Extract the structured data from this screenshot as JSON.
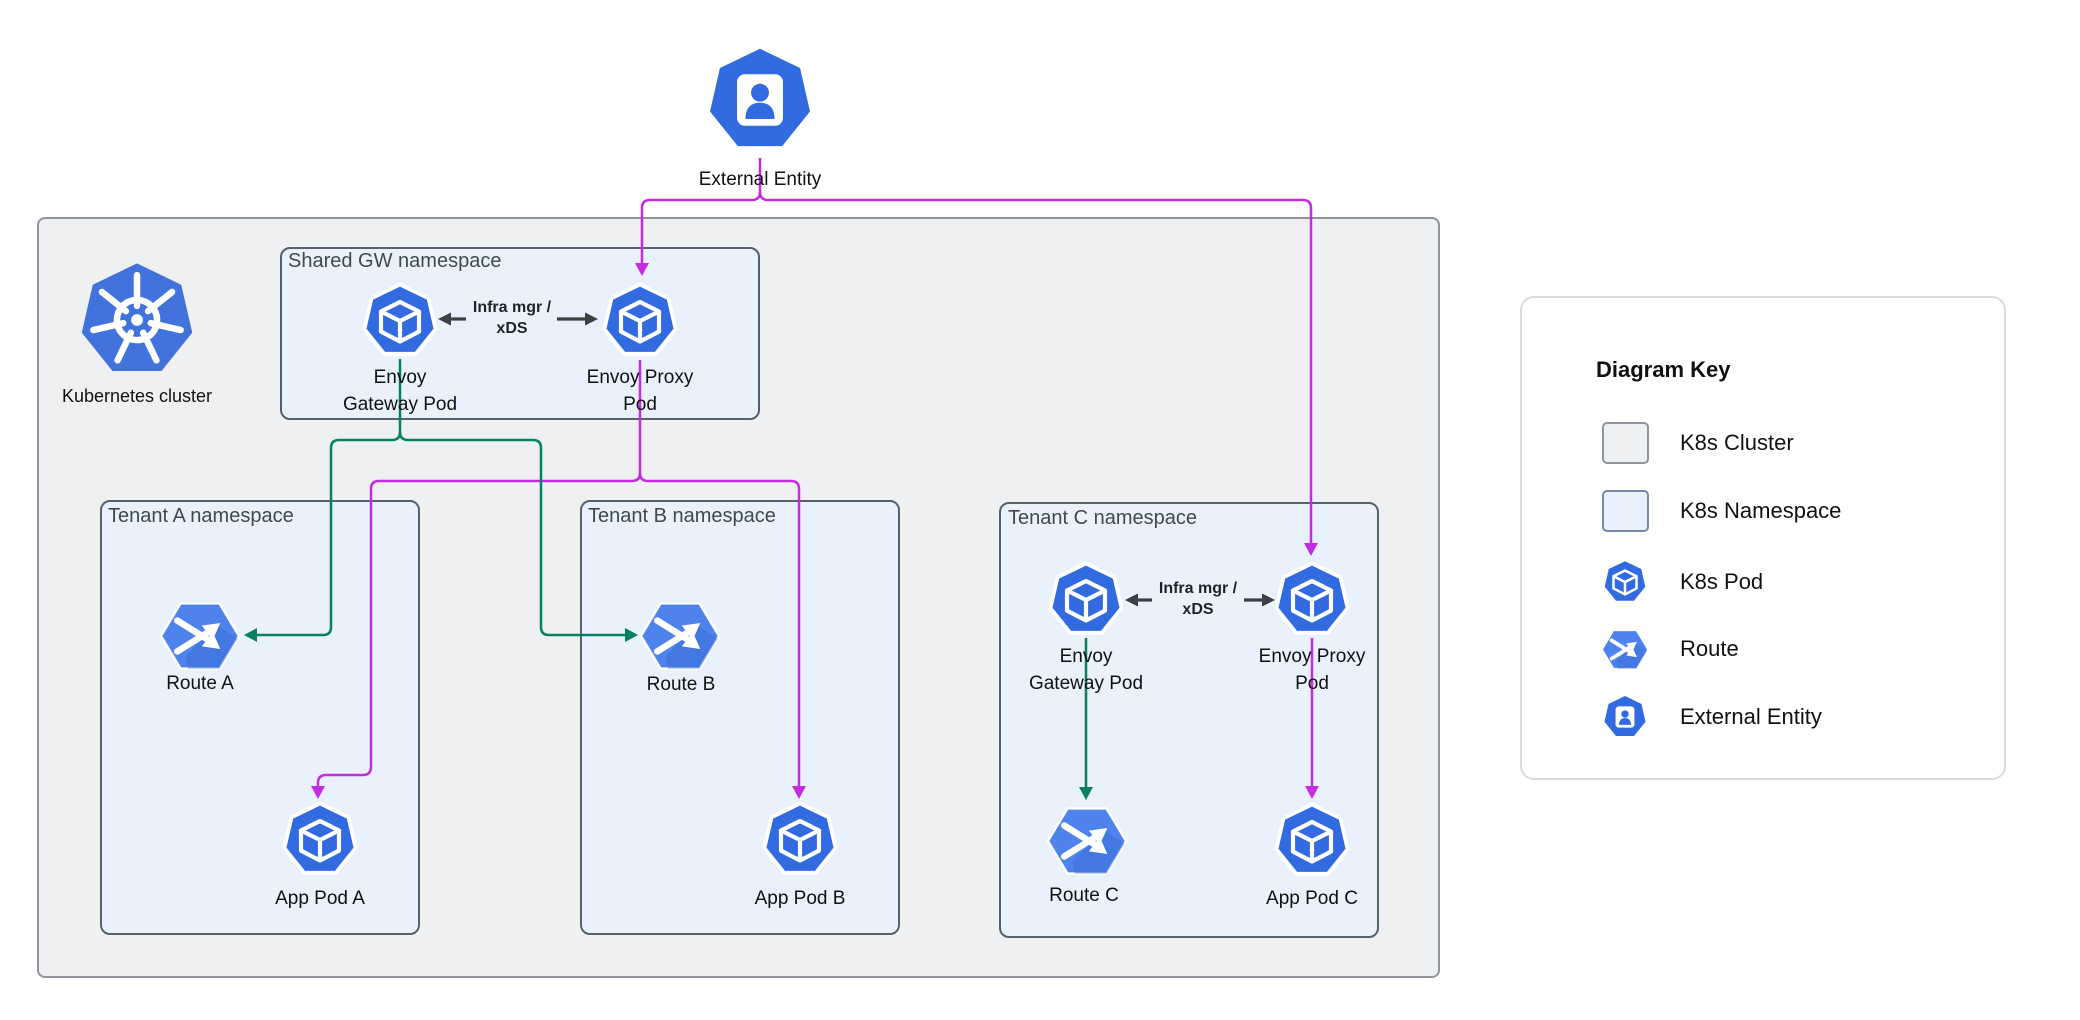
{
  "colors": {
    "magenta": "#c32ce0",
    "green": "#067f62",
    "arrow_dark": "#3c4045",
    "pod_blue": "#326be0",
    "route_blue": "#4e83ee",
    "route_shadow": "#3b6ed8",
    "logo_blue": "#4273dc",
    "cluster_fill": "#eef0f2",
    "cluster_border": "#91959b",
    "ns_fill": "#e9f1fd",
    "ns_border": "#566170",
    "key_border": "#d8dbdf",
    "text_dark": "#111111",
    "text_slate": "#3e4954"
  },
  "nodes": {
    "external_entity": "External Entity",
    "cluster": "Kubernetes cluster"
  },
  "shared_ns": {
    "title": "Shared GW namespace",
    "gw1": "Envoy",
    "gw2": "Gateway Pod",
    "proxy1": "Envoy Proxy",
    "proxy2": "Pod",
    "infra1": "Infra mgr /",
    "infra2": "xDS"
  },
  "tenant_a": {
    "title": "Tenant A namespace",
    "route": "Route A",
    "pod": "App Pod A"
  },
  "tenant_b": {
    "title": "Tenant B namespace",
    "route": "Route B",
    "pod": "App Pod B"
  },
  "tenant_c": {
    "title": "Tenant C namespace",
    "gw1": "Envoy",
    "gw2": "Gateway Pod",
    "proxy1": "Envoy Proxy",
    "proxy2": "Pod",
    "infra1": "Infra mgr /",
    "infra2": "xDS",
    "route": "Route C",
    "pod": "App Pod C"
  },
  "key": {
    "title": "Diagram Key",
    "items": [
      {
        "icon": "k8s-cluster-swatch",
        "label": "K8s Cluster"
      },
      {
        "icon": "k8s-namespace-swatch",
        "label": "K8s Namespace"
      },
      {
        "icon": "k8s-pod-icon",
        "label": "K8s Pod"
      },
      {
        "icon": "route-icon",
        "label": "Route"
      },
      {
        "icon": "external-entity-icon",
        "label": "External Entity"
      }
    ]
  }
}
